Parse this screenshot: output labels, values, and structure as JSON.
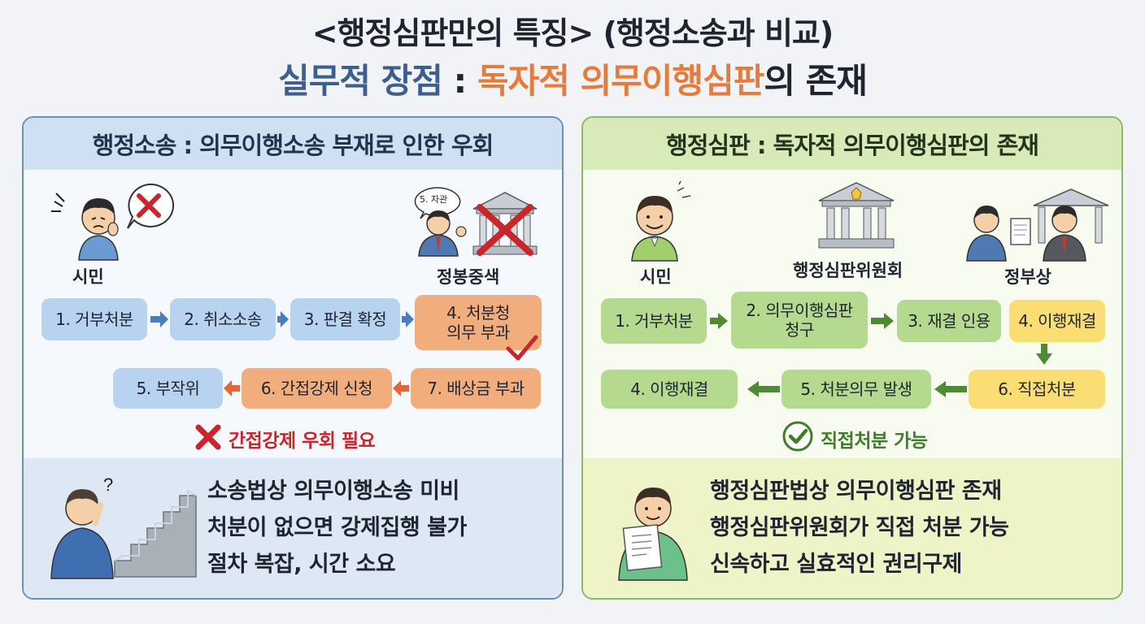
{
  "title": {
    "line1": "<행정심판만의 특징> (행정소송과 비교)",
    "line2_part1": "실무적 장점",
    "line2_sep": " : ",
    "line2_part2": "독자적 의무이행심판",
    "line2_part3": "의 존재"
  },
  "left": {
    "header": "행정소송 : 의무이행소송 부재로 인한 우회",
    "citizen_label": "시민",
    "gov_label": "정봉중색",
    "speech_text": "5. 자관",
    "steps": [
      "1. 거부처분",
      "2. 취소소송",
      "3. 판결 확정",
      "4. 처분청\n의무 부과",
      "7. 배상금 부과",
      "6. 간접강제 신청",
      "5. 부작위"
    ],
    "note": "간접강제 우회 필요",
    "footer_lines": [
      "소송법상 의무이행소송 미비",
      "처분이 없으면 강제집행 불가",
      "절차 복잡, 시간 소요"
    ]
  },
  "right": {
    "header": "행정심판 : 독자적 의무이행심판의 존재",
    "citizen_label": "시민",
    "committee_label": "행정심판위원회",
    "gov_label": "정부상",
    "steps": [
      "1. 거부처분",
      "2. 의무이행심판\n청구",
      "3. 재결 인용",
      "4. 이행재결",
      "6. 직접처분",
      "5. 처분의무 발생",
      "4. 이행재결"
    ],
    "note": "직접처분 가능",
    "footer_lines": [
      "행정심판법상 의무이행심판 존재",
      "행정심판위원회가 직접 처분 가능",
      "신속하고 실효적인 권리구제"
    ]
  },
  "colors": {
    "title_blue": "#3d5f8f",
    "title_orange": "#e77b3c",
    "left_border": "#6d8fbf",
    "right_border": "#8cb86a",
    "box_blue": "#b7d3ef",
    "box_orange": "#f1ad7c",
    "box_green": "#b5d98f",
    "box_yellow": "#fbde73",
    "cross_red": "#c8262b",
    "check_green": "#3f7d2b"
  },
  "icons": [
    "cross-icon",
    "check-icon",
    "building-icon",
    "person-icon",
    "question-icon",
    "document-icon",
    "stairs-icon"
  ]
}
